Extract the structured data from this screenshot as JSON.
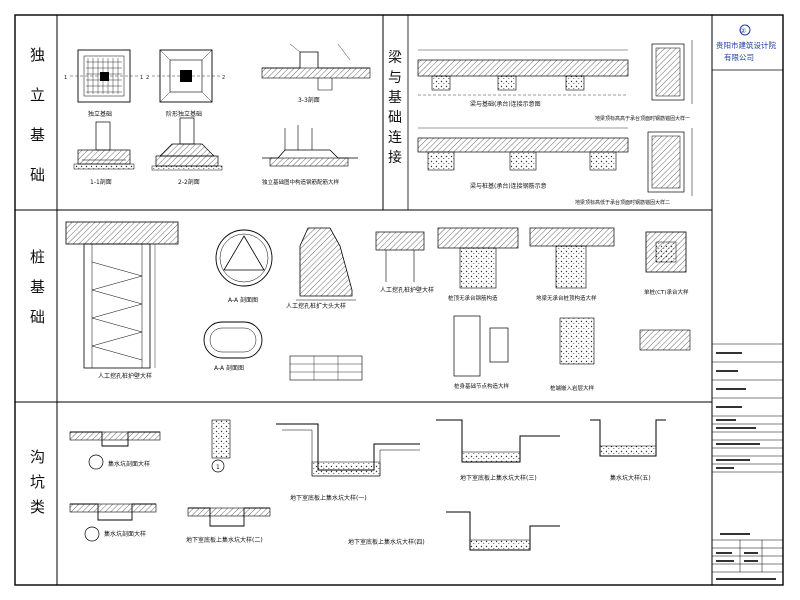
{
  "sections": [
    {
      "id": "isolated",
      "chars": [
        "独",
        "立",
        "基",
        "础"
      ]
    },
    {
      "id": "beam",
      "chars": [
        "梁",
        "与",
        "基",
        "础",
        "连",
        "接"
      ]
    },
    {
      "id": "pile",
      "chars": [
        "桩",
        "基",
        "础"
      ]
    },
    {
      "id": "pit",
      "chars": [
        "沟",
        "坑",
        "类"
      ]
    }
  ],
  "titleblock": {
    "company_line1": "贵阳市建筑设计院",
    "company_line2": "有限公司",
    "logo_glyph": "②"
  },
  "captions": {
    "isolated": [
      "独立基础",
      "阶形独立基础",
      "1-1剖面",
      "2-2剖面",
      "3-3剖面",
      "独立基础图中构造钢筋配筋大样"
    ],
    "beam": [
      "梁与基础(承台)连接示意图",
      "梁与桩基(承台)连接钢筋示意",
      "地梁顶标高高于承台顶面时钢筋锚固大样一",
      "地梁顶标高低于承台顶面时钢筋锚固大样二"
    ],
    "pile": [
      "人工挖孔桩护壁大样",
      "A-A 剖面图",
      "人工挖孔桩扩大头大样",
      "A-A 剖面图",
      "人工挖孔桩护壁大样",
      "桩顶无承台钢筋构造",
      "单桩(CT)承台大样",
      "地梁无承台桩顶构造大样",
      "桩身基础节点构造大样",
      "桩端嵌入岩层大样"
    ],
    "pit": [
      "集水坑剖面大样",
      "1",
      "集水坑剖面大样",
      "地下室底板上集水坑大样(一)",
      "地下室底板上集水坑大样(二)",
      "地下室底板上集水坑大样(三)",
      "地下室底板上集水坑大样(四)",
      "集水坑大样(五)"
    ]
  }
}
